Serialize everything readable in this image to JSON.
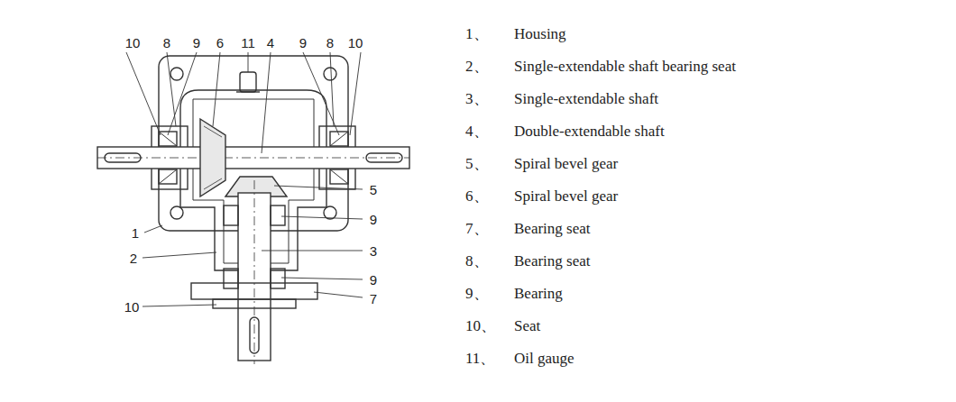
{
  "diagram": {
    "labels": [
      "10",
      "8",
      "9",
      "6",
      "11",
      "4",
      "9",
      "8",
      "10",
      "5",
      "9",
      "3",
      "9",
      "7",
      "1",
      "2",
      "10",
      "1、",
      "Housing",
      "2、",
      "Single-extendable shaft bearing seat",
      "3、",
      "Single-extendable shaft",
      "4、",
      "Double-extendable shaft",
      "5、",
      "Spiral bevel gear",
      "6、",
      "Spiral bevel gear",
      "7、",
      "Bearing seat",
      "8、",
      "Bearing seat",
      "9、",
      "Bearing",
      "10、",
      "Seat",
      "11、",
      "Oil gauge"
    ]
  }
}
